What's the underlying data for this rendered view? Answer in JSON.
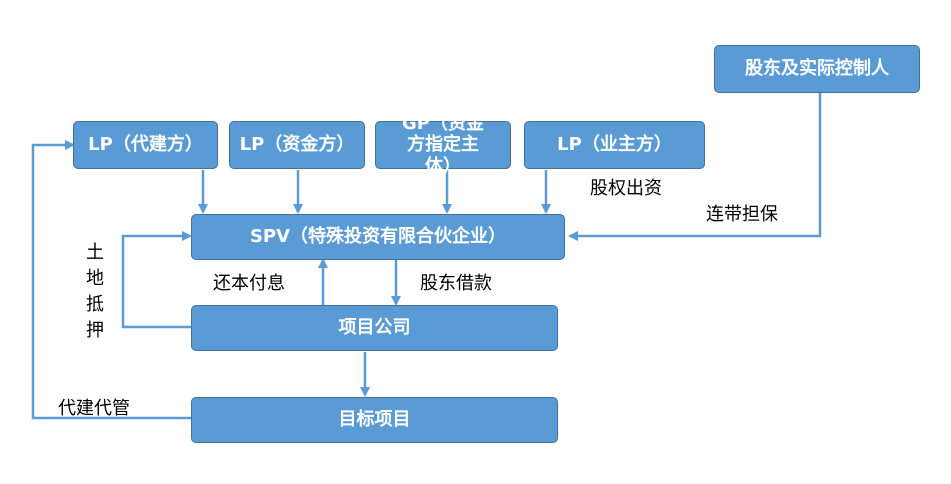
{
  "nodes": {
    "shareholder": "股东及实际控制人",
    "lp_builder": "LP（代建方）",
    "lp_capital": "LP（资金方）",
    "gp": "GP（资金方指定主体）",
    "lp_owner": "LP（业主方）",
    "spv": "SPV（特殊投资有限合伙企业）",
    "project_company": "项目公司",
    "target_project": "目标项目"
  },
  "labels": {
    "equity_contribution": "股权出资",
    "joint_guarantee": "连带担保",
    "land_mortgage": "土地抵押",
    "repay_principal_interest": "还本付息",
    "shareholder_loan": "股东借款",
    "agent_construction": "代建代管"
  },
  "colors": {
    "box_fill": "#5b9bd5",
    "box_border": "#41719c",
    "arrow": "#5b9bd5"
  }
}
